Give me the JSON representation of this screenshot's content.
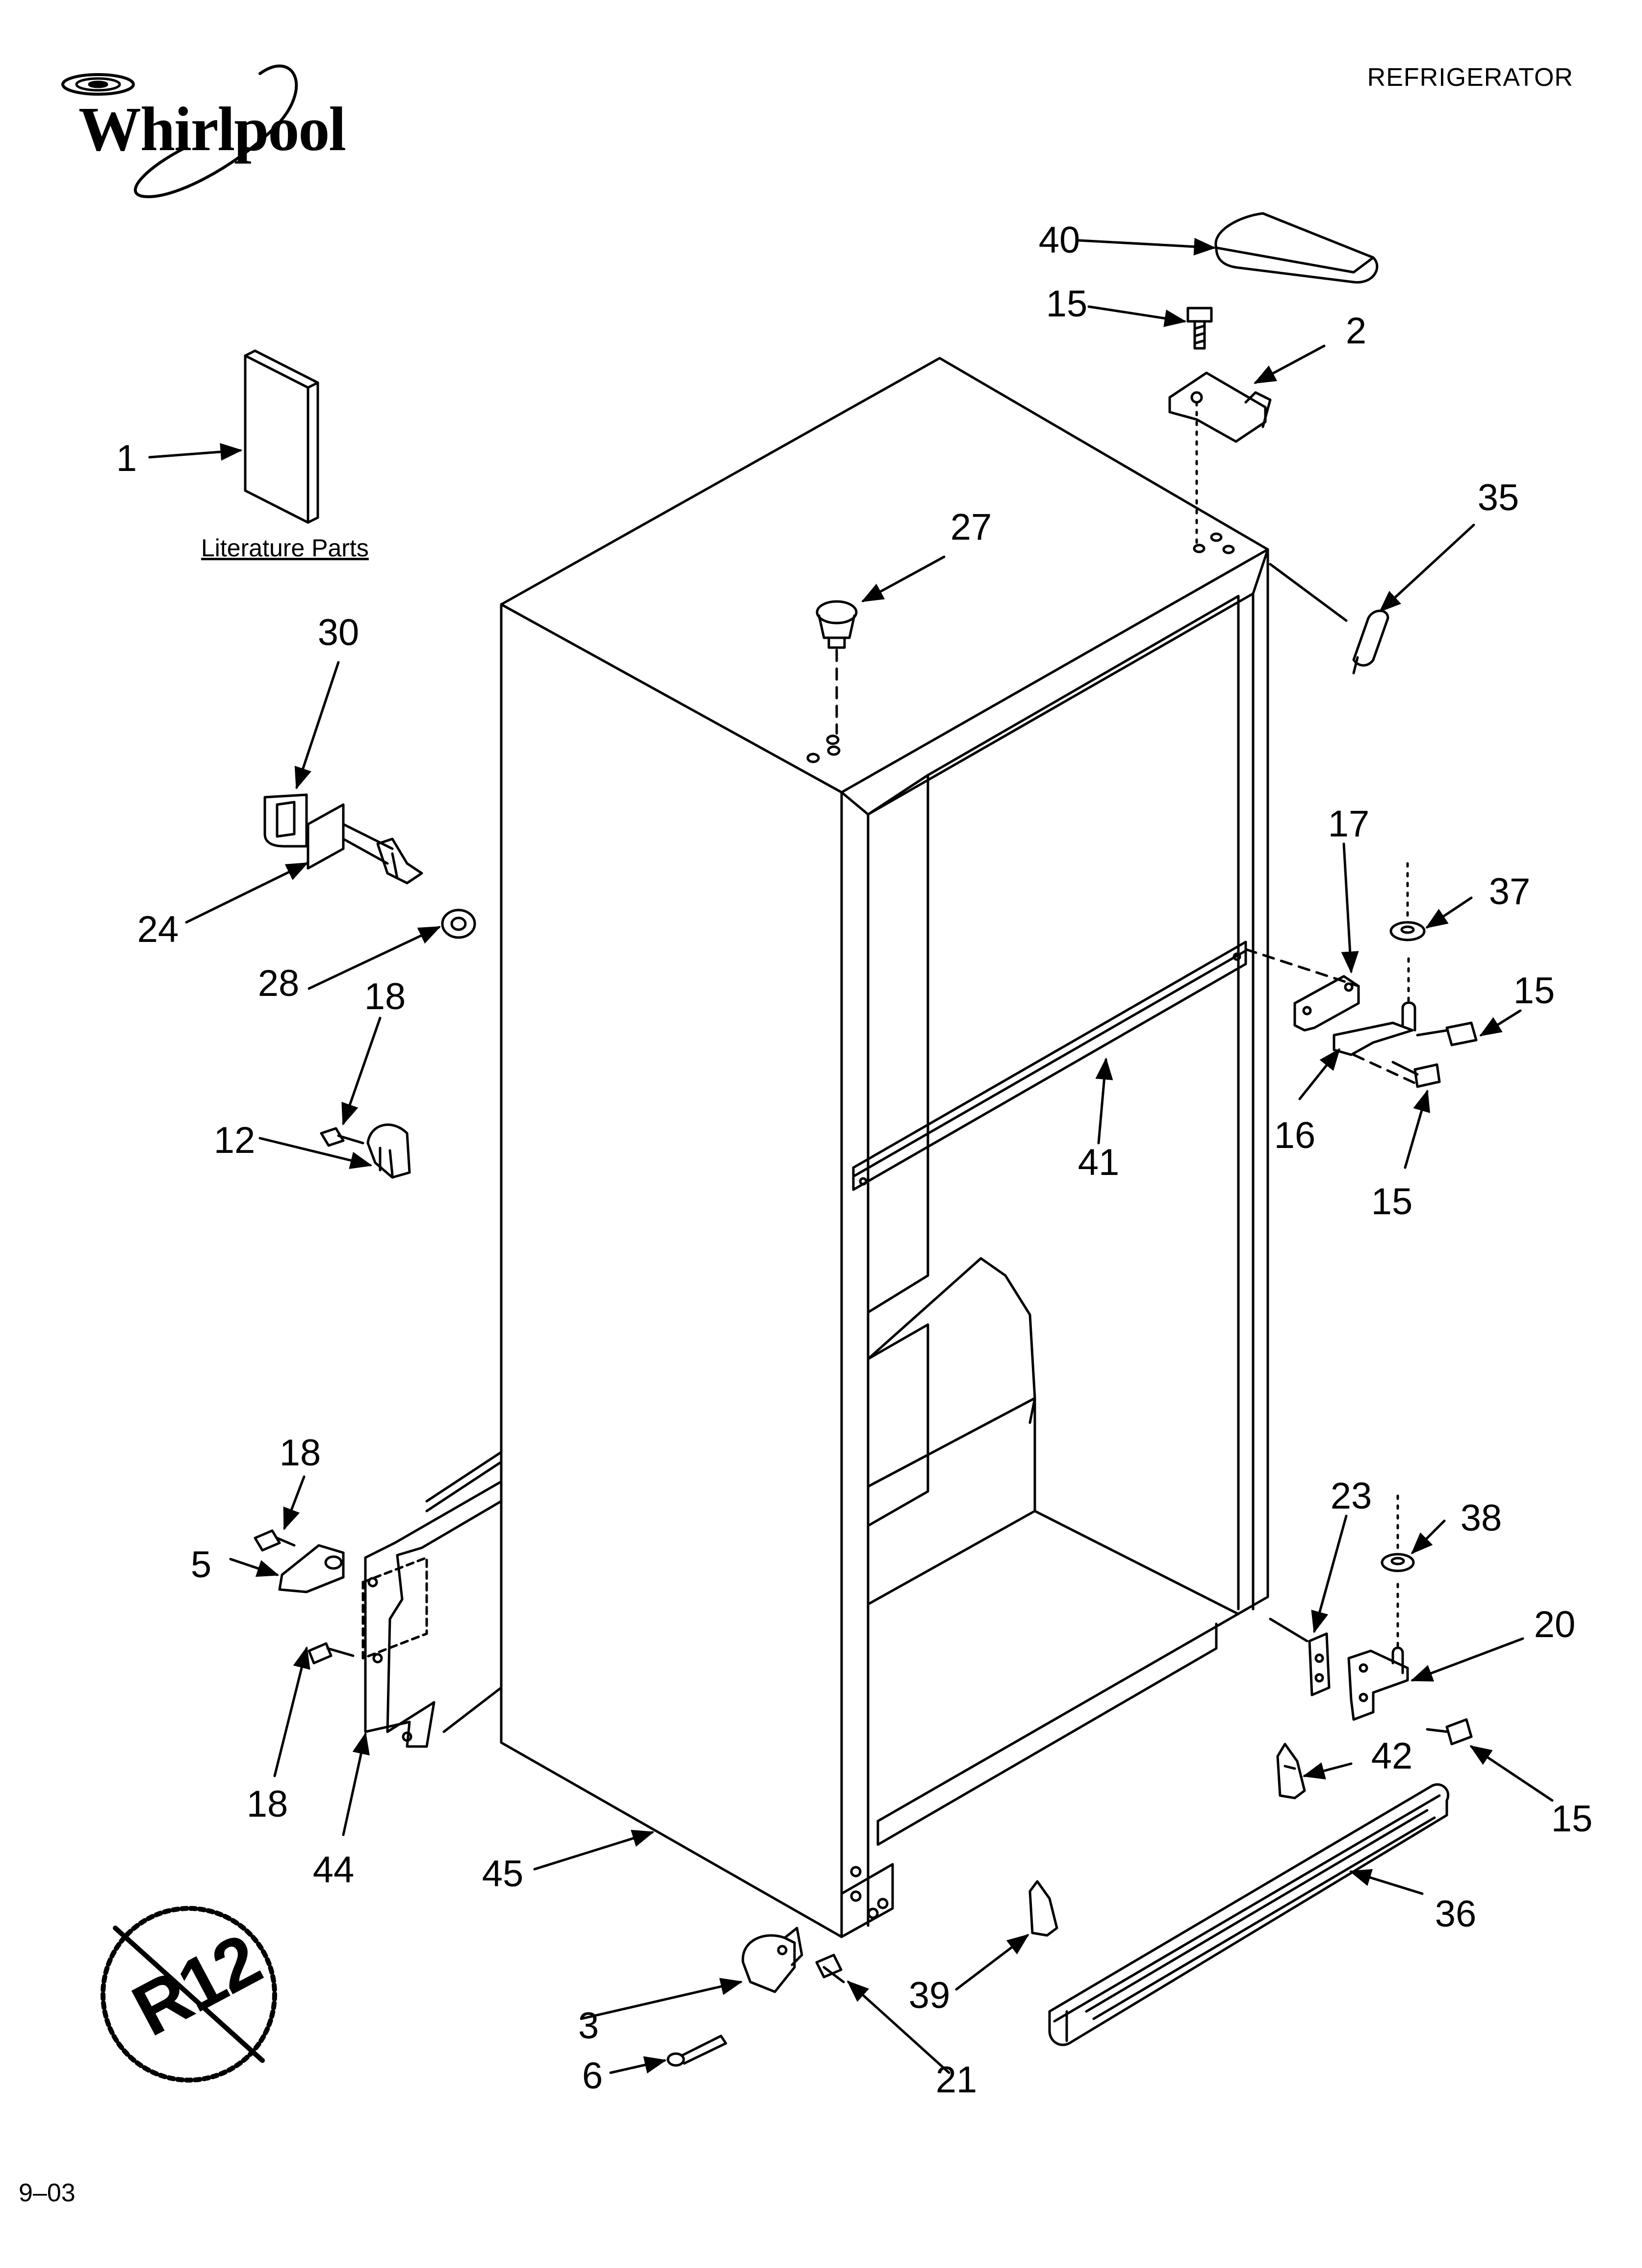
{
  "header": {
    "brand": "Whirlpool",
    "title": "REFRIGERATOR"
  },
  "footer": {
    "date_code": "9–03"
  },
  "literature_label": "Literature Parts",
  "badge_text": "R12",
  "callouts": {
    "c40": "40",
    "c15a": "15",
    "c2": "2",
    "c1": "1",
    "c35": "35",
    "c27": "27",
    "c30": "30",
    "c24": "24",
    "c28": "28",
    "c18a": "18",
    "c12": "12",
    "c17": "17",
    "c37": "37",
    "c15b": "15",
    "c16": "16",
    "c15c": "15",
    "c41": "41",
    "c18b": "18",
    "c5": "5",
    "c18c": "18",
    "c44": "44",
    "c23": "23",
    "c38": "38",
    "c20": "20",
    "c42": "42",
    "c15d": "15",
    "c45": "45",
    "c36": "36",
    "c3": "3",
    "c6": "6",
    "c39": "39",
    "c21": "21"
  }
}
